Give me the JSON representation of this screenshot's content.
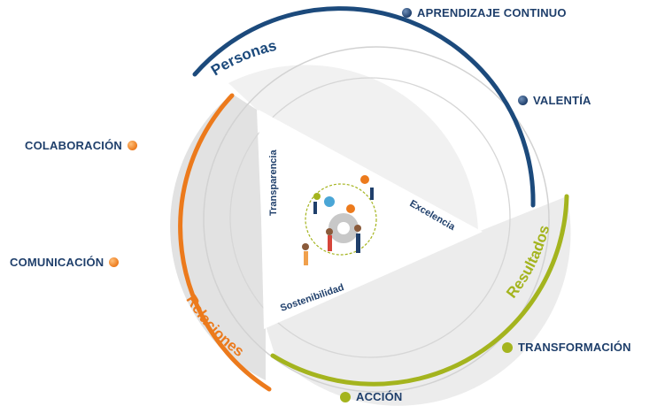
{
  "arcs": {
    "personas": {
      "label": "Personas",
      "color": "#1c4a7c"
    },
    "relaciones": {
      "label": "Relaciones",
      "color": "#ec7a1c"
    },
    "resultados": {
      "label": "Resultados",
      "color": "#a4b41e"
    }
  },
  "triangle_sides": {
    "transparencia": "Transparencia",
    "excelencia": "Excelencia",
    "sostenibilidad": "Sostenibilidad"
  },
  "values": {
    "aprendizaje": "APRENDIZAJE CONTINUO",
    "valentia": "VALENTÍA",
    "colaboracion": "COLABORACIÓN",
    "comunicacion": "COMUNICACIÓN",
    "transformacion": "TRANSFORMACIÓN",
    "accion": "ACCIÓN"
  },
  "colors": {
    "navy": "#1f3f6b",
    "orange": "#ec7a1c",
    "green": "#a4b41e",
    "grey_fill": "#e3e3e3",
    "grey_line": "#c8c8c8"
  },
  "icons": [
    "people-gears-illustration"
  ]
}
